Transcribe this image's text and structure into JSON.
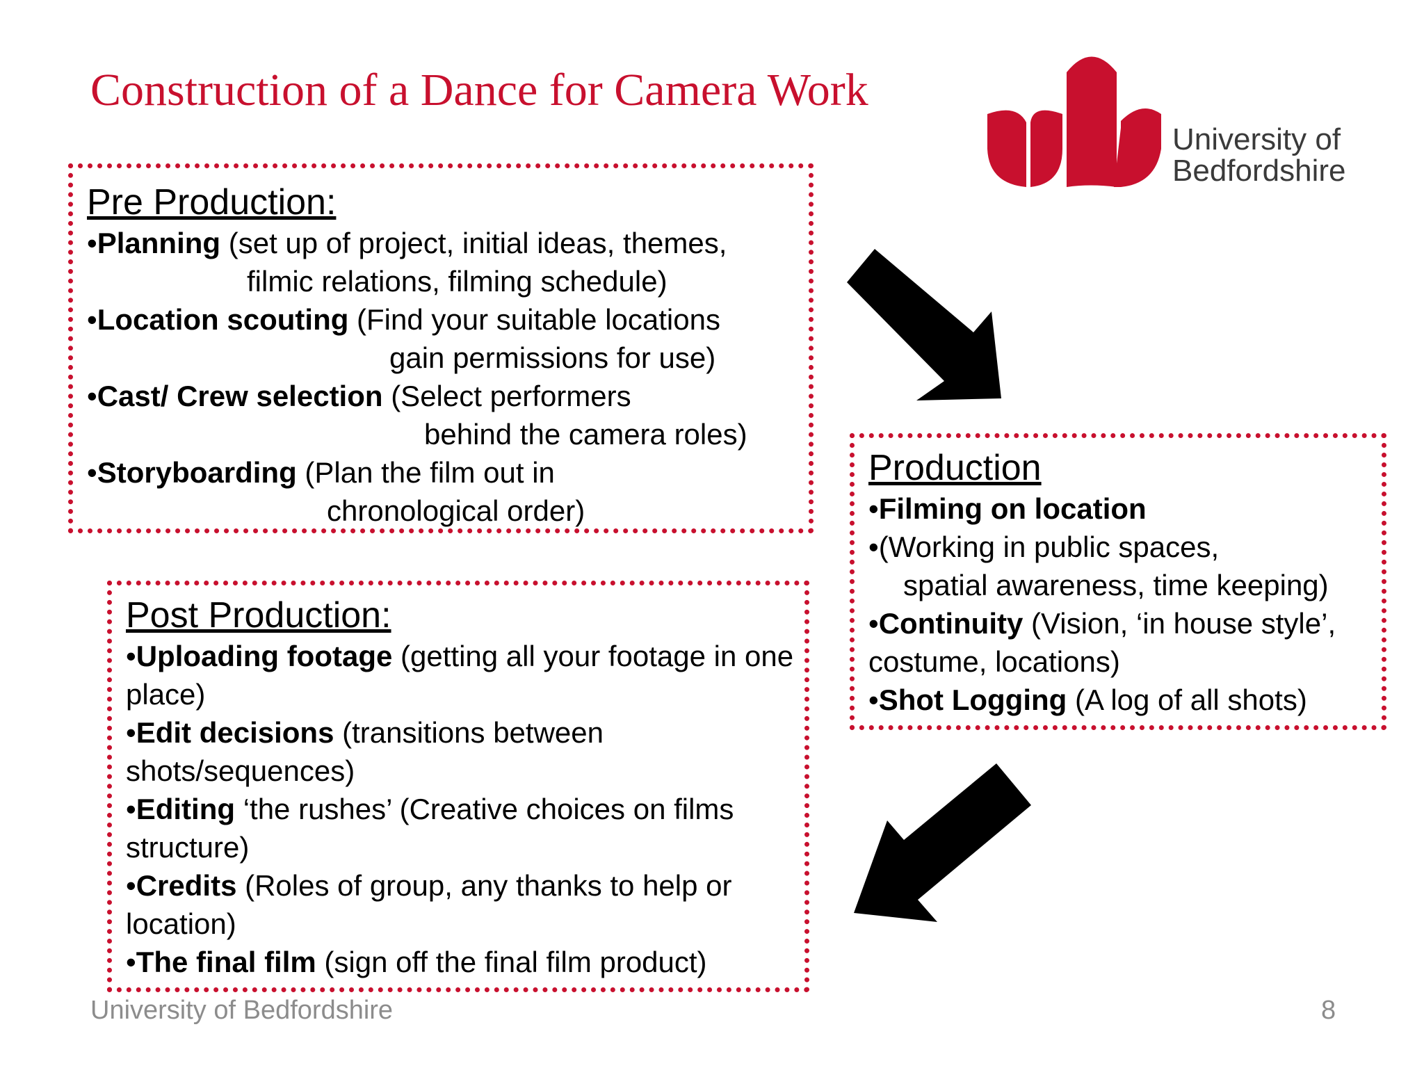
{
  "title": "Construction of a Dance for Camera Work",
  "logo": {
    "line1": "University of",
    "line2": "Bedfordshire",
    "color": "#c8102e"
  },
  "pre_production": {
    "heading": "Pre Production:",
    "items": [
      {
        "bullet": "•",
        "bold": "Planning",
        "rest": " (set up of project, initial ideas, themes,",
        "cont": "filmic relations, filming schedule)"
      },
      {
        "bullet": "•",
        "bold": "Location scouting",
        "rest": " (Find your suitable locations",
        "cont": "gain permissions for use)"
      },
      {
        "bullet": "•",
        "bold": "Cast/ Crew selection",
        "rest": " (Select performers",
        "cont": "behind the camera roles)"
      },
      {
        "bullet": "•",
        "bold": "Storyboarding",
        "rest": " (Plan the film out in",
        "cont": "chronological order)"
      }
    ]
  },
  "production": {
    "heading": "Production",
    "items": [
      {
        "bullet": "•",
        "bold": "Filming on location",
        "rest": ""
      },
      {
        "bullet": "•",
        "bold": "",
        "rest": "(Working in public spaces,",
        "cont": "spatial awareness, time keeping)"
      },
      {
        "bullet": "•",
        "bold": "Continuity",
        "rest": " (Vision, ‘in house style’, costume, locations)"
      },
      {
        "bullet": "•",
        "bold": "Shot Logging",
        "rest": " (A log of all shots)"
      }
    ]
  },
  "post_production": {
    "heading": "Post Production:",
    "items": [
      {
        "bullet": "•",
        "bold": "Uploading footage",
        "rest": " (getting all your footage in one place)"
      },
      {
        "bullet": "•",
        "bold": "Edit decisions",
        "rest": " (transitions between shots/sequences)"
      },
      {
        "bullet": "•",
        "bold": "Editing",
        "rest": " ‘the rushes’ (Creative choices on films structure)"
      },
      {
        "bullet": "•",
        "bold": "Credits",
        "rest": " (Roles of group, any thanks to help or location)"
      },
      {
        "bullet": "•",
        "bold": "The final film",
        "rest": " (sign off the final film product)"
      }
    ]
  },
  "footer": {
    "org": "University of Bedfordshire",
    "page": "8"
  },
  "colors": {
    "accent": "#c8102e",
    "footer": "#8c8c8c"
  },
  "icons": [
    "university-logo-mark",
    "arrow-down-right-icon",
    "arrow-down-left-icon"
  ]
}
